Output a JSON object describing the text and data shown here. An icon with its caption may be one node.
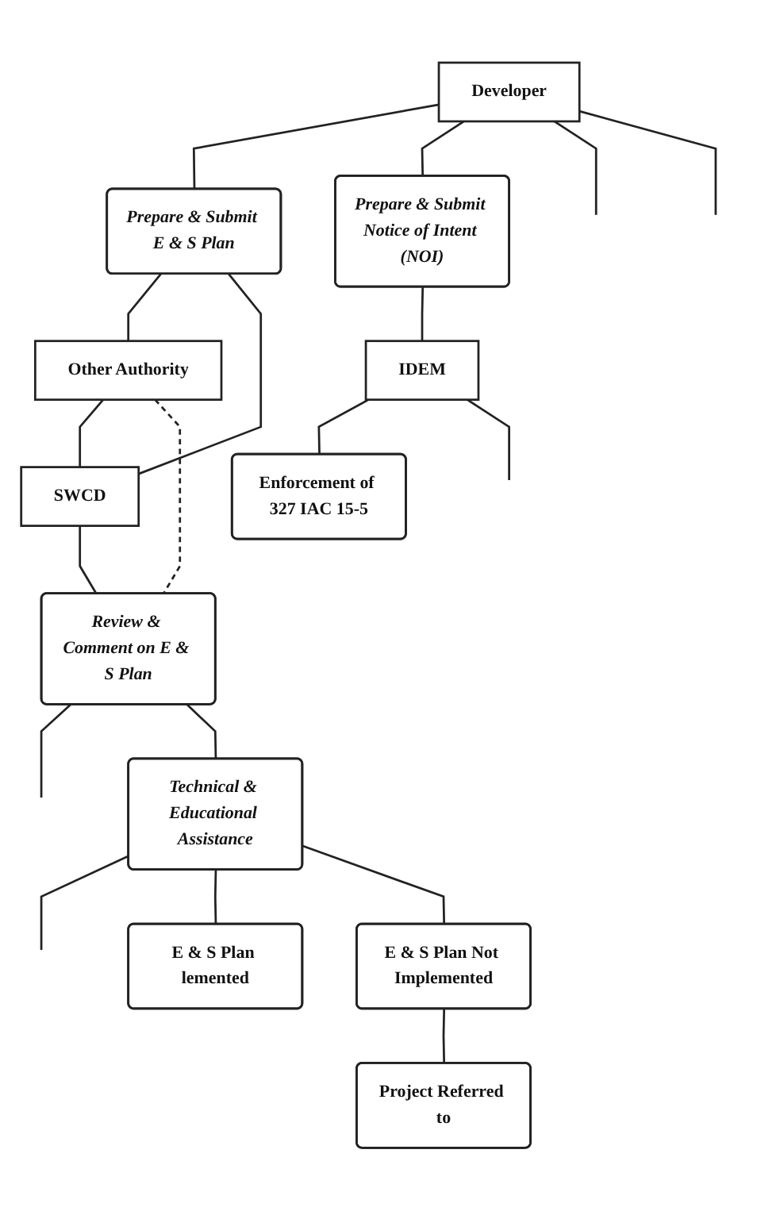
{
  "diagram": {
    "nodes": [
      {
        "text": [
          "Developer"
        ]
      },
      {
        "text": [
          "Prepare & Submit E & S Plan"
        ]
      },
      {
        "text": [
          "Prepare & Submit Notice of Intent (NOI)"
        ]
      },
      {
        "text": [
          "Other Authority"
        ]
      },
      {
        "text": [
          "SWCD"
        ]
      },
      {
        "text": [
          "IDEM"
        ]
      },
      {
        "text": [
          "Review & Comment on E & S Plan"
        ]
      },
      {
        "text": [
          "Enforcement of 327 IAC 15-5"
        ]
      },
      {
        "text": [
          "Technical & Educational Assistance"
        ]
      },
      {
        "text": [
          "E & S Plan lemented"
        ]
      },
      {
        "text": [
          "E & S Plan Not Implemented"
        ]
      },
      {
        "text": [
          "Project Referred to"
        ]
      }
    ],
    "edges": [
      {
        "from": 0,
        "to": 1,
        "arrow": "none"
      },
      {
        "from": 0,
        "to": 2,
        "arrow": "none"
      },
      {
        "from": 0,
        "to": null,
        "arrow": "none"
      },
      {
        "from": 0,
        "to": null,
        "arrow": "none"
      },
      {
        "from": 1,
        "to": 3,
        "arrow": "none"
      },
      {
        "from": 1,
        "to": 4,
        "arrow": "none"
      },
      {
        "from": 2,
        "to": 5,
        "arrow": "none"
      },
      {
        "from": 3,
        "to": 4,
        "arrow": "none"
      },
      {
        "from": 3,
        "to": 6,
        "arrow": "none",
        "style": "dashed"
      },
      {
        "from": 4,
        "to": 6,
        "arrow": "none"
      },
      {
        "from": 5,
        "to": 7,
        "arrow": "none"
      },
      {
        "from": 5,
        "to": null,
        "arrow": "none"
      },
      {
        "from": 6,
        "to": null,
        "arrow": "none"
      },
      {
        "from": 6,
        "to": 8,
        "arrow": "none"
      },
      {
        "from": 8,
        "to": null,
        "arrow": "none"
      },
      {
        "from": 8,
        "to": 9,
        "arrow": "none"
      },
      {
        "from": 8,
        "to": 10,
        "arrow": "none"
      },
      {
        "from": 10,
        "to": 11,
        "arrow": "none"
      }
    ]
  }
}
